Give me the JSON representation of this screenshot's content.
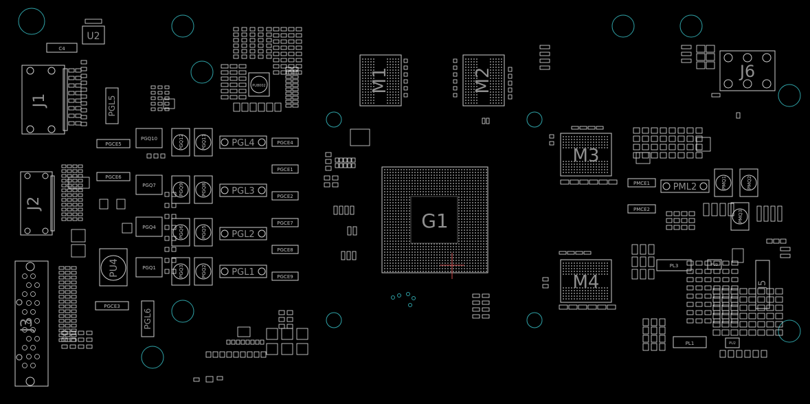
{
  "board": {
    "background": "#000000",
    "outline_color": "#cfcfcf",
    "hole_color": "#2fa3a8",
    "marker_color": "#d04a4a",
    "components": {
      "J1": "J1",
      "J2": "J2",
      "J3": "J3",
      "J5": "J5",
      "J6": "J6",
      "U2": "U2",
      "C4": "C4",
      "M1": "M1",
      "M2": "M2",
      "M3": "M3",
      "M4": "M4",
      "G1": "G1",
      "PU4": "PU4",
      "PGL5": "PGL5",
      "PGL6": "PGL6",
      "PGL1": "PGL1",
      "PGL2": "PGL2",
      "PGL3": "PGL3",
      "PGL4": "PGL4",
      "PGQ10": "PGQ10",
      "PGQ12": "PGQ12",
      "PGQ11": "PGQ11",
      "PGQ7": "PGQ7",
      "PGQ9": "PGQ9",
      "PGQ8": "PGQ8",
      "PGQ4": "PGQ4",
      "PGQ6": "PGQ6",
      "PGQ5": "PGQ5",
      "PGQ1": "PGQ1",
      "PGQ3": "PGQ3",
      "PGQ2": "PGQ2",
      "PGCE5": "PGCE5",
      "PGCE6": "PGCE6",
      "PGCE3": "PGCE3",
      "PGCE4": "PGCE4",
      "PGCE1": "PGCE1",
      "PGCE2": "PGCE2",
      "PGCE7": "PGCE7",
      "PGCE8": "PGCE8",
      "PGCE9": "PGCE9",
      "PU8002": "PU8002",
      "PML2": "PML2",
      "PMCE1": "PMCE1",
      "PMCE2": "PMCE2",
      "PMQ1": "PMQ1",
      "PMQ2": "PMQ2",
      "PMQ3": "PMQ3",
      "PL1": "PL1",
      "PL3": "PL3",
      "PU2": "PU2",
      "PU3": "PU3"
    }
  }
}
